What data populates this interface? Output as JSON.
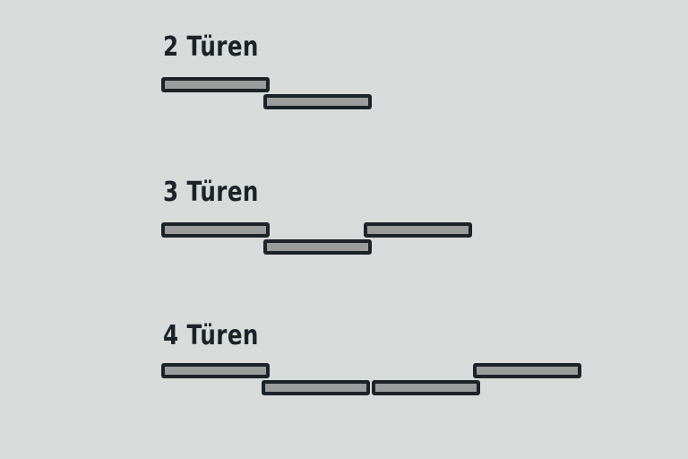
{
  "colors": {
    "background": "#d8dbda",
    "door_fill": "#9a9d9c",
    "outline": "#1b2328"
  },
  "groups": [
    {
      "label": "2 Türen",
      "doors": 2
    },
    {
      "label": "3 Türen",
      "doors": 3
    },
    {
      "label": "4 Türen",
      "doors": 4
    }
  ]
}
